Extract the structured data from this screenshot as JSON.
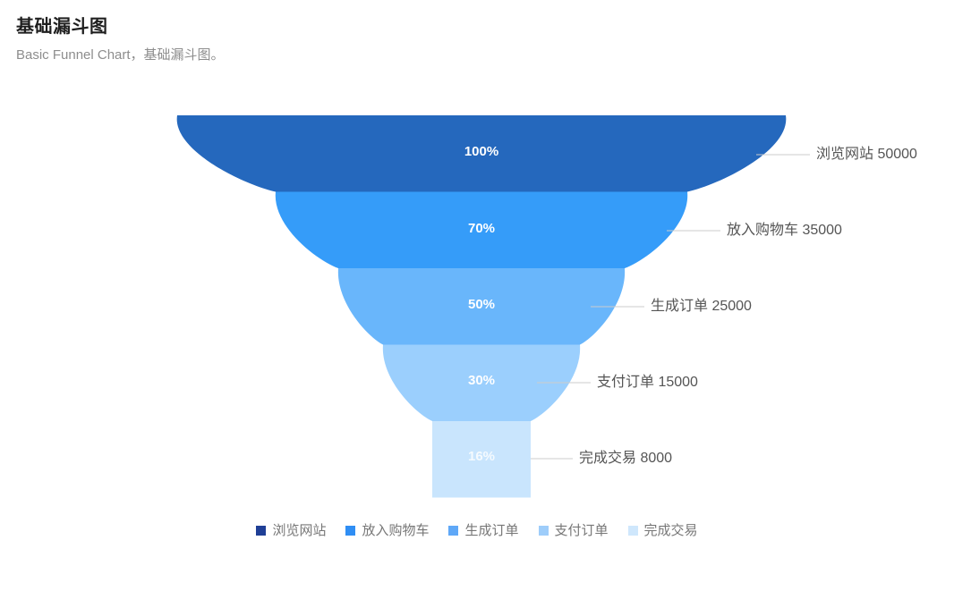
{
  "header": {
    "title": "基础漏斗图",
    "subtitle": "Basic Funnel Chart，基础漏斗图。"
  },
  "chart_data": {
    "type": "funnel",
    "title": "基础漏斗图",
    "subtitle": "Basic Funnel Chart，基础漏斗图。",
    "legend_position": "bottom",
    "grid": false,
    "max_value": 50000,
    "categories": [
      "浏览网站",
      "放入购物车",
      "生成订单",
      "支付订单",
      "完成交易"
    ],
    "values": [
      50000,
      35000,
      25000,
      15000,
      8000
    ],
    "percents": [
      "100%",
      "70%",
      "50%",
      "30%",
      "16%"
    ],
    "colors": [
      "#2568bd",
      "#359cf9",
      "#69b6fb",
      "#9bcffd",
      "#c9e5fd"
    ],
    "legend_colors": [
      "#1f3f96",
      "#2f8ef4",
      "#5fa8f7",
      "#9ecdfa",
      "#cfe7fc"
    ],
    "stages": [
      {
        "name": "浏览网站",
        "value": 50000,
        "percent": "100%",
        "outer_label": "浏览网站 50000",
        "color": "#2568bd"
      },
      {
        "name": "放入购物车",
        "value": 35000,
        "percent": "70%",
        "outer_label": "放入购物车 35000",
        "color": "#359cf9"
      },
      {
        "name": "生成订单",
        "value": 25000,
        "percent": "50%",
        "outer_label": "生成订单 25000",
        "color": "#69b6fb"
      },
      {
        "name": "支付订单",
        "value": 15000,
        "percent": "30%",
        "outer_label": "支付订单 15000",
        "color": "#9bcffd"
      },
      {
        "name": "完成交易",
        "value": 8000,
        "percent": "16%",
        "outer_label": "完成交易 8000",
        "color": "#c9e5fd"
      }
    ],
    "legend": [
      {
        "label": "浏览网站",
        "color": "#1f3f96"
      },
      {
        "label": "放入购物车",
        "color": "#2f8ef4"
      },
      {
        "label": "生成订单",
        "color": "#5fa8f7"
      },
      {
        "label": "支付订单",
        "color": "#9ecdfa"
      },
      {
        "label": "完成交易",
        "color": "#cfe7fc"
      }
    ]
  }
}
